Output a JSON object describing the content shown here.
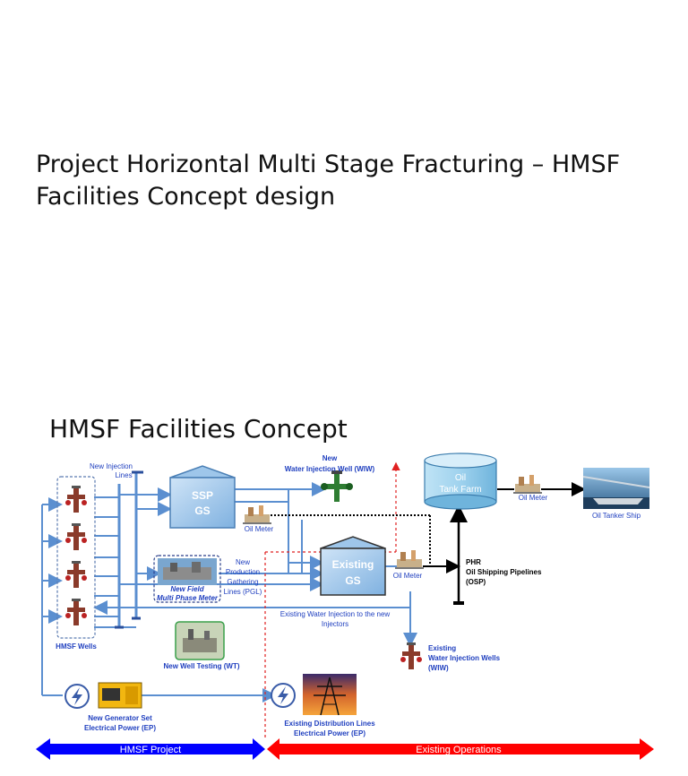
{
  "title": {
    "line1": "Project Horizontal Multi Stage Fracturing – HMSF",
    "line2": "Facilities Concept design"
  },
  "diagram": {
    "heading": "HMSF Facilities Concept",
    "nodes": {
      "new_injection_lines": [
        "New Injection",
        "Lines"
      ],
      "ssp_gs": [
        "SSP",
        "GS"
      ],
      "new_wiw": [
        "New",
        "Water Injection Well (WIW)"
      ],
      "oil_tank_farm": [
        "Oil",
        "Tank Farm"
      ],
      "oil_meter": "Oil Meter",
      "oil_tanker_ship": "Oil Tanker Ship",
      "existing_gs": [
        "Existing",
        "GS"
      ],
      "phr_osp": [
        "PHR",
        "Oil Shipping Pipelines",
        "(OSP)"
      ],
      "pgl": [
        "New",
        "Production",
        "Gathering",
        "Lines (PGL)"
      ],
      "mpm": [
        "New Field",
        "Multi Phase Meter"
      ],
      "existing_water_injection": [
        "Existing Water Injection to the new",
        "Injectors"
      ],
      "hmsf_wells": "HMSF Wells",
      "new_well_testing": "New Well Testing (WT)",
      "existing_wiw": [
        "Existing",
        "Water Injection Wells",
        "(WIW)"
      ],
      "generator": [
        "New Generator Set",
        "Electrical Power (EP)"
      ],
      "distribution": [
        "Existing Distribution Lines",
        "Electrical Power (EP)"
      ]
    },
    "bottom_arrows": {
      "left": "HMSF Project",
      "right": "Existing Operations"
    },
    "colors": {
      "line_blue": "#5b8fd0",
      "label_blue": "#1f3fbf",
      "arrow_blue": "#0000ff",
      "arrow_red": "#ff0000",
      "dashed_red": "#e02020"
    }
  }
}
